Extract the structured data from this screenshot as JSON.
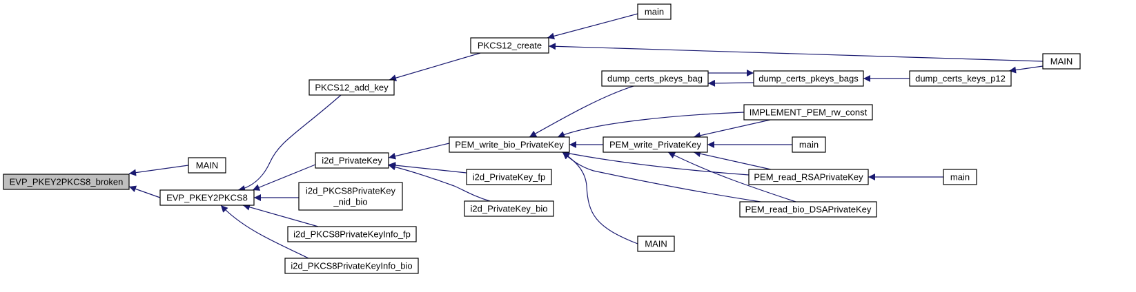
{
  "diagram": {
    "type": "caller-graph",
    "edge_color": "#191970",
    "root_fill": "#bfbfbf",
    "nodes": [
      {
        "id": "evp_broken",
        "lines": [
          "EVP_PKEY2PKCS8_broken"
        ],
        "root": true
      },
      {
        "id": "main_a",
        "lines": [
          "MAIN"
        ]
      },
      {
        "id": "evp2pkcs8",
        "lines": [
          "EVP_PKEY2PKCS8"
        ]
      },
      {
        "id": "pkcs12_add_key",
        "lines": [
          "PKCS12_add_key"
        ]
      },
      {
        "id": "pkcs12_create",
        "lines": [
          "PKCS12_create"
        ]
      },
      {
        "id": "main_top",
        "lines": [
          "main"
        ]
      },
      {
        "id": "main_right",
        "lines": [
          "MAIN"
        ]
      },
      {
        "id": "i2d_privatekey",
        "lines": [
          "i2d_PrivateKey"
        ]
      },
      {
        "id": "i2d_p8_nid_bio",
        "lines": [
          "i2d_PKCS8PrivateKey",
          "_nid_bio"
        ]
      },
      {
        "id": "i2d_p8info_fp",
        "lines": [
          "i2d_PKCS8PrivateKeyInfo_fp"
        ]
      },
      {
        "id": "i2d_p8info_bio",
        "lines": [
          "i2d_PKCS8PrivateKeyInfo_bio"
        ]
      },
      {
        "id": "pem_write_bio_pk",
        "lines": [
          "PEM_write_bio_PrivateKey"
        ]
      },
      {
        "id": "i2d_pk_fp",
        "lines": [
          "i2d_PrivateKey_fp"
        ]
      },
      {
        "id": "i2d_pk_bio",
        "lines": [
          "i2d_PrivateKey_bio"
        ]
      },
      {
        "id": "dump_bag",
        "lines": [
          "dump_certs_pkeys_bag"
        ]
      },
      {
        "id": "dump_bags",
        "lines": [
          "dump_certs_pkeys_bags"
        ]
      },
      {
        "id": "dump_p12",
        "lines": [
          "dump_certs_keys_p12"
        ]
      },
      {
        "id": "pem_write_pk",
        "lines": [
          "PEM_write_PrivateKey"
        ]
      },
      {
        "id": "impl_pem",
        "lines": [
          "IMPLEMENT_PEM_rw_const"
        ]
      },
      {
        "id": "main_mid",
        "lines": [
          "main"
        ]
      },
      {
        "id": "pem_read_rsa",
        "lines": [
          "PEM_read_RSAPrivateKey"
        ]
      },
      {
        "id": "main_rsa",
        "lines": [
          "main"
        ]
      },
      {
        "id": "pem_read_dsa",
        "lines": [
          "PEM_read_bio_DSAPrivateKey"
        ]
      },
      {
        "id": "main_bottom",
        "lines": [
          "MAIN"
        ]
      }
    ],
    "edges": [
      {
        "from": "main_a",
        "to": "evp_broken"
      },
      {
        "from": "evp2pkcs8",
        "to": "evp_broken"
      },
      {
        "from": "pkcs12_add_key",
        "to": "evp2pkcs8"
      },
      {
        "from": "i2d_privatekey",
        "to": "evp2pkcs8"
      },
      {
        "from": "i2d_p8_nid_bio",
        "to": "evp2pkcs8"
      },
      {
        "from": "i2d_p8info_fp",
        "to": "evp2pkcs8"
      },
      {
        "from": "i2d_p8info_bio",
        "to": "evp2pkcs8"
      },
      {
        "from": "pkcs12_create",
        "to": "pkcs12_add_key"
      },
      {
        "from": "main_top",
        "to": "pkcs12_create"
      },
      {
        "from": "main_right",
        "to": "pkcs12_create"
      },
      {
        "from": "pem_write_bio_pk",
        "to": "i2d_privatekey"
      },
      {
        "from": "i2d_pk_fp",
        "to": "i2d_privatekey"
      },
      {
        "from": "i2d_pk_bio",
        "to": "i2d_privatekey"
      },
      {
        "from": "dump_bag",
        "to": "pem_write_bio_pk"
      },
      {
        "from": "impl_pem",
        "to": "pem_write_bio_pk"
      },
      {
        "from": "pem_write_pk",
        "to": "pem_write_bio_pk"
      },
      {
        "from": "pem_read_rsa",
        "to": "pem_write_bio_pk"
      },
      {
        "from": "pem_read_dsa",
        "to": "pem_write_bio_pk"
      },
      {
        "from": "main_bottom",
        "to": "pem_write_bio_pk"
      },
      {
        "from": "dump_bags",
        "to": "dump_bag"
      },
      {
        "from": "dump_bag",
        "to": "dump_bags"
      },
      {
        "from": "dump_p12",
        "to": "dump_bags"
      },
      {
        "from": "main_right",
        "to": "dump_p12"
      },
      {
        "from": "impl_pem",
        "to": "pem_write_pk"
      },
      {
        "from": "main_mid",
        "to": "pem_write_pk"
      },
      {
        "from": "pem_read_rsa",
        "to": "pem_write_pk"
      },
      {
        "from": "pem_read_dsa",
        "to": "pem_write_pk"
      },
      {
        "from": "main_rsa",
        "to": "pem_read_rsa"
      }
    ]
  }
}
